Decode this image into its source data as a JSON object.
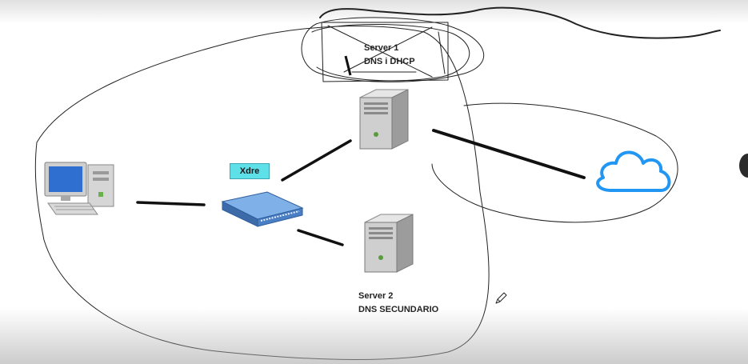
{
  "diagram": {
    "server1": {
      "line1": "Server 1",
      "line2": "DNS i DHCP"
    },
    "server2": {
      "line1": "Server 2",
      "line2": "DNS SECUNDARIO"
    },
    "switch_label": "Xdre",
    "colors": {
      "cloud": "#2196f3",
      "switch_tag": "#5de0e8",
      "switch_body": "#4a7fc4",
      "server_body": "#c8c8c8",
      "link": "#111111",
      "pen": "#222222"
    },
    "icons": [
      "computer-icon",
      "switch-icon",
      "server-icon",
      "cloud-icon",
      "pencil-icon"
    ]
  }
}
